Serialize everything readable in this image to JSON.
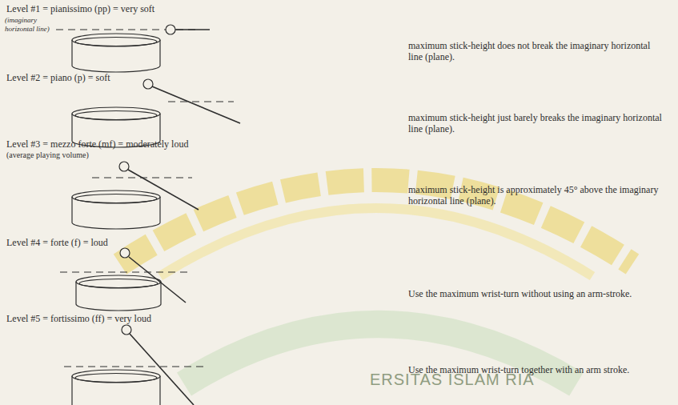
{
  "diagram": {
    "labels": [
      "Level #1 = pianissimo (pp) = very soft",
      "(imaginary horizontal line)",
      "maximum stick-height does not break the imaginary horizontal line (plane).",
      "Level #2 = piano (p) = soft",
      "maximum stick-height just barely breaks the imaginary horizontal line (plane).",
      "Level #3 = mezzo forte (mf) = moderately loud",
      "(average playing volume)",
      "maximum stick-height is approximately 45° above the imaginary horizontal line (plane).",
      "Level #4 = forte (f) = loud",
      "Use the maximum wrist-turn without using an arm-stroke.",
      "Level #5 = fortissimo (ff) = very loud",
      "Use the maximum wrist-turn together with an arm stroke.",
      "ERSITAS ISLAM RIA"
    ]
  }
}
